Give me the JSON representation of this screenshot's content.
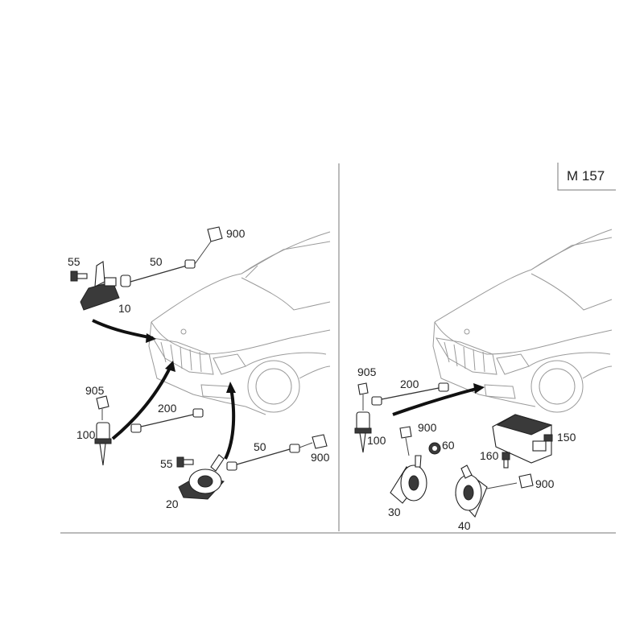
{
  "model_code": "M 157",
  "left_panel": {
    "callouts": {
      "screw_top": "55",
      "sensor_10": "10",
      "harness_top": "50",
      "connector_top": "900",
      "connector_905": "905",
      "sensor_100": "100",
      "harness_200": "200",
      "screw_bottom": "55",
      "horn_20": "20",
      "harness_bottom": "50",
      "connector_bottom": "900"
    }
  },
  "right_panel": {
    "callouts": {
      "connector_905": "905",
      "harness_200": "200",
      "sensor_100": "100",
      "connector_900_a": "900",
      "nut_60": "60",
      "module_150": "150",
      "screw_160": "160",
      "connector_900_b": "900",
      "horn_30": "30",
      "horn_40": "40"
    }
  }
}
